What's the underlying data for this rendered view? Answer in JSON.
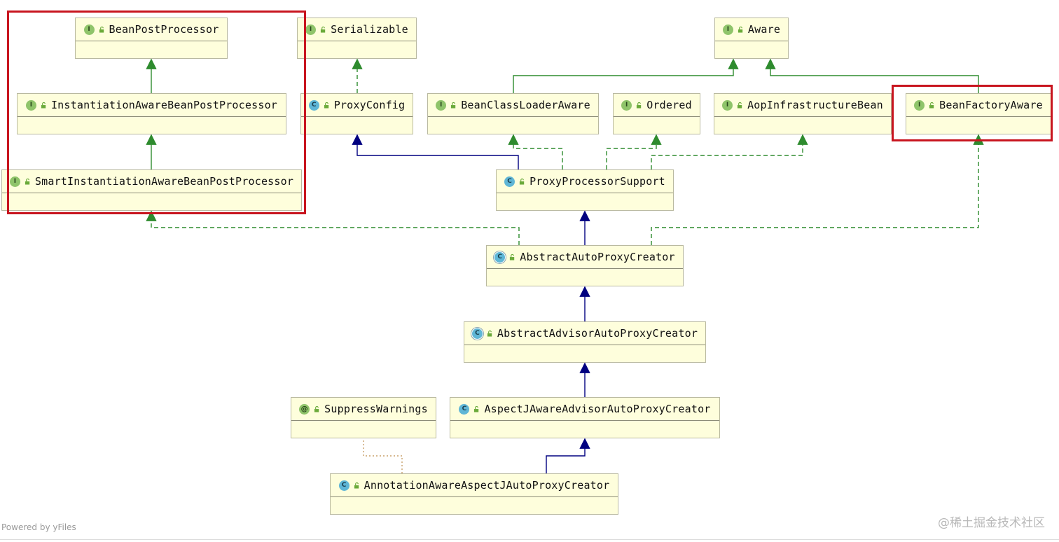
{
  "colors": {
    "node_fill": "#fefedc",
    "node_border": "#b9b9a0",
    "interface_badge": "#8fc46a",
    "class_badge": "#5fb6d6",
    "implements_edge": "#2e8b2e",
    "extends_edge": "#000080",
    "highlight": "#c8151f"
  },
  "nodes": {
    "bean_post_processor": {
      "label": "BeanPostProcessor",
      "badge": "I",
      "kind": "interface"
    },
    "serializable": {
      "label": "Serializable",
      "badge": "I",
      "kind": "interface"
    },
    "aware": {
      "label": "Aware",
      "badge": "I",
      "kind": "interface"
    },
    "instantiation_aware": {
      "label": "InstantiationAwareBeanPostProcessor",
      "badge": "I",
      "kind": "interface"
    },
    "proxy_config": {
      "label": "ProxyConfig",
      "badge": "C",
      "kind": "class"
    },
    "bean_class_loader_aware": {
      "label": "BeanClassLoaderAware",
      "badge": "I",
      "kind": "interface"
    },
    "ordered": {
      "label": "Ordered",
      "badge": "I",
      "kind": "interface"
    },
    "aop_infrastructure_bean": {
      "label": "AopInfrastructureBean",
      "badge": "I",
      "kind": "interface"
    },
    "bean_factory_aware": {
      "label": "BeanFactoryAware",
      "badge": "I",
      "kind": "interface"
    },
    "smart_instantiation_aware": {
      "label": "SmartInstantiationAwareBeanPostProcessor",
      "badge": "I",
      "kind": "interface"
    },
    "proxy_processor_support": {
      "label": "ProxyProcessorSupport",
      "badge": "C",
      "kind": "class"
    },
    "abstract_auto_proxy_creator": {
      "label": "AbstractAutoProxyCreator",
      "badge": "C",
      "kind": "abstract"
    },
    "abstract_advisor_auto_proxy_creator": {
      "label": "AbstractAdvisorAutoProxyCreator",
      "badge": "C",
      "kind": "abstract"
    },
    "suppress_warnings": {
      "label": "SuppressWarnings",
      "badge": "@",
      "kind": "annotation"
    },
    "aspectj_aware_advisor": {
      "label": "AspectJAwareAdvisorAutoProxyCreator",
      "badge": "C",
      "kind": "class"
    },
    "annotation_aware_aspectj": {
      "label": "AnnotationAwareAspectJAutoProxyCreator",
      "badge": "C",
      "kind": "class"
    }
  },
  "edges": [
    {
      "from": "instantiation_aware",
      "to": "bean_post_processor",
      "type": "extends-interface"
    },
    {
      "from": "smart_instantiation_aware",
      "to": "instantiation_aware",
      "type": "extends-interface"
    },
    {
      "from": "proxy_config",
      "to": "serializable",
      "type": "implements"
    },
    {
      "from": "bean_class_loader_aware",
      "to": "aware",
      "type": "extends-interface"
    },
    {
      "from": "bean_factory_aware",
      "to": "aware",
      "type": "extends-interface"
    },
    {
      "from": "proxy_processor_support",
      "to": "proxy_config",
      "type": "extends"
    },
    {
      "from": "proxy_processor_support",
      "to": "bean_class_loader_aware",
      "type": "implements"
    },
    {
      "from": "proxy_processor_support",
      "to": "ordered",
      "type": "implements"
    },
    {
      "from": "proxy_processor_support",
      "to": "aop_infrastructure_bean",
      "type": "implements"
    },
    {
      "from": "abstract_auto_proxy_creator",
      "to": "proxy_processor_support",
      "type": "extends"
    },
    {
      "from": "abstract_auto_proxy_creator",
      "to": "smart_instantiation_aware",
      "type": "implements"
    },
    {
      "from": "abstract_auto_proxy_creator",
      "to": "bean_factory_aware",
      "type": "implements"
    },
    {
      "from": "abstract_advisor_auto_proxy_creator",
      "to": "abstract_auto_proxy_creator",
      "type": "extends"
    },
    {
      "from": "aspectj_aware_advisor",
      "to": "abstract_advisor_auto_proxy_creator",
      "type": "extends"
    },
    {
      "from": "annotation_aware_aspectj",
      "to": "aspectj_aware_advisor",
      "type": "extends"
    },
    {
      "from": "annotation_aware_aspectj",
      "to": "suppress_warnings",
      "type": "annotated-by"
    }
  ],
  "highlights": [
    "bean-post-processor-group",
    "bean-factory-aware"
  ],
  "footer": {
    "powered_by": "Powered by yFiles",
    "watermark": "@稀土掘金技术社区"
  }
}
